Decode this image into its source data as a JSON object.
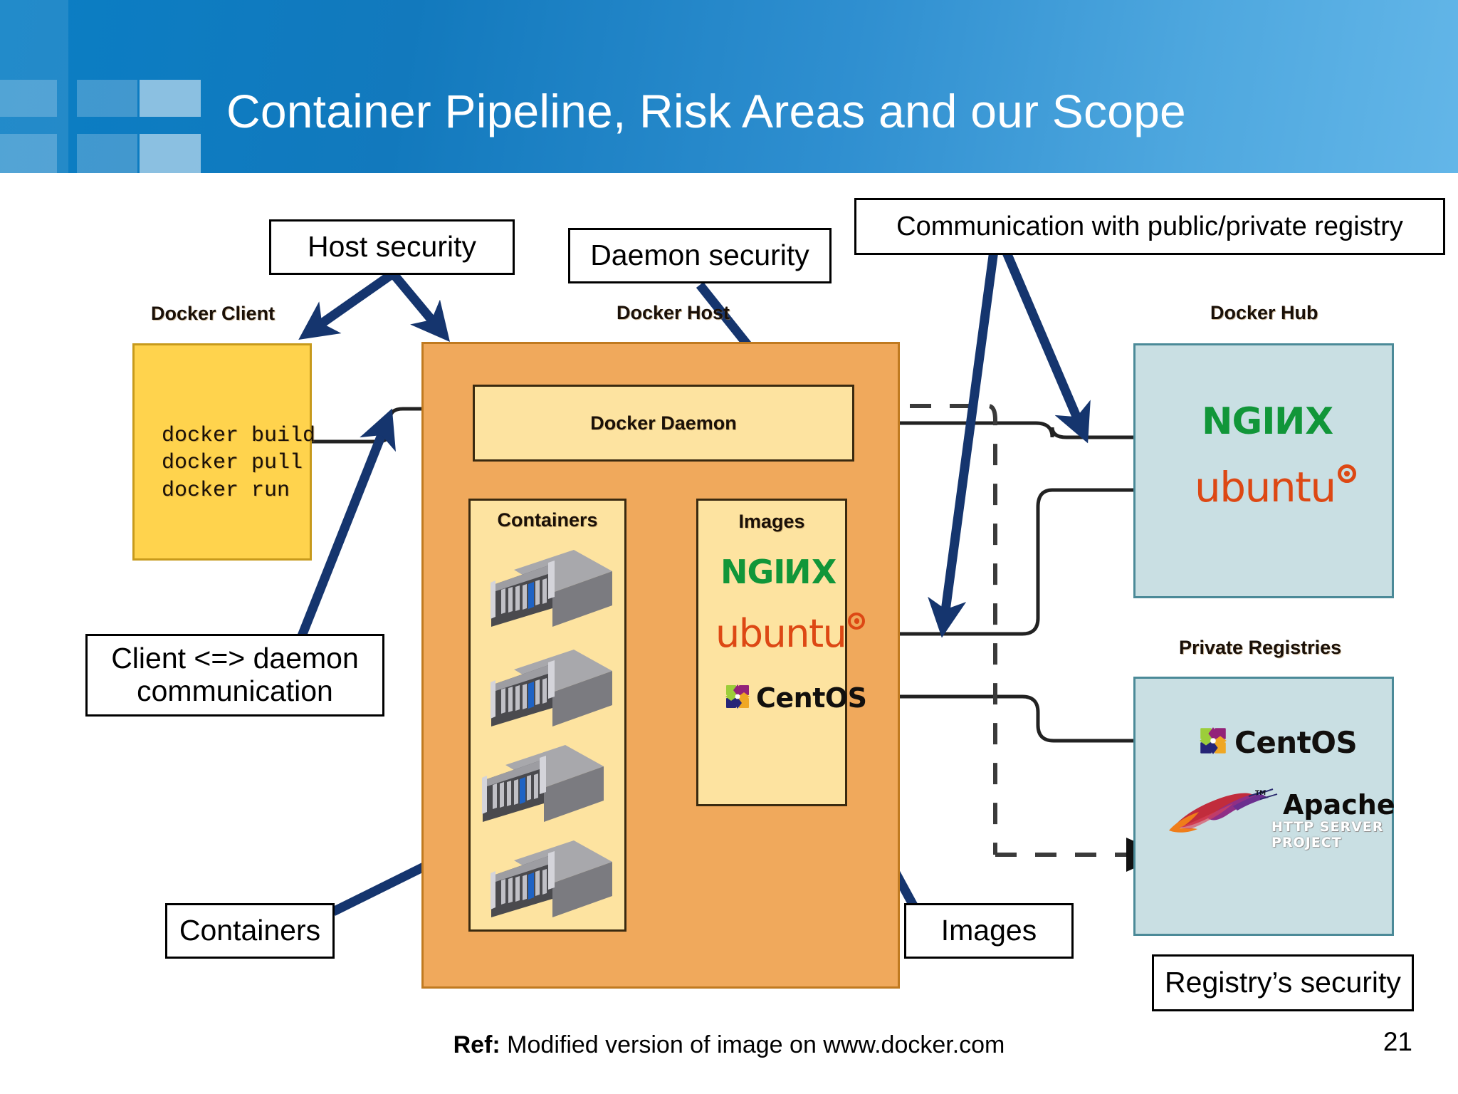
{
  "header": {
    "title": "Container Pipeline, Risk Areas and our Scope"
  },
  "callouts": {
    "host_security": "Host security",
    "daemon_security": "Daemon security",
    "registry_communication": "Communication with public/private registry",
    "client_daemon_communication": "Client  <=> daemon communication",
    "containers": "Containers",
    "images": "Images",
    "registry_security": "Registry’s security"
  },
  "diagram": {
    "docker_client": {
      "label": "Docker Client",
      "commands": "docker build\ndocker pull\ndocker run"
    },
    "docker_host": {
      "label": "Docker Host",
      "daemon_label": "Docker Daemon",
      "containers_label": "Containers",
      "container_count": 4,
      "images_label": "Images",
      "images": [
        "NGINX",
        "ubuntu",
        "CentOS"
      ]
    },
    "docker_hub": {
      "label": "Docker Hub",
      "items": [
        "NGINX",
        "ubuntu"
      ]
    },
    "private_registries": {
      "label": "Private Registries",
      "items": [
        "CentOS",
        "Apache"
      ],
      "apache_name": "Apache",
      "apache_sub": "HTTP SERVER PROJECT"
    }
  },
  "logos": {
    "nginx_part1": "NGI",
    "nginx_part2": "N",
    "nginx_part3": "X",
    "ubuntu_text": "ubuntu",
    "centos_text": "CentOS"
  },
  "footer": {
    "ref_label": "Ref:",
    "ref_text": "Modified version of image on www.docker.com",
    "page_number": "21"
  },
  "colors": {
    "header_blue": "#1279bd",
    "client_yellow": "#ffd34d",
    "host_orange": "#f0a95c",
    "inner_yellow": "#fde3a0",
    "registry_blue": "#c9dfe3",
    "arrow_navy": "#15356e",
    "nginx_green": "#119639",
    "ubuntu_orange": "#dd4814"
  }
}
